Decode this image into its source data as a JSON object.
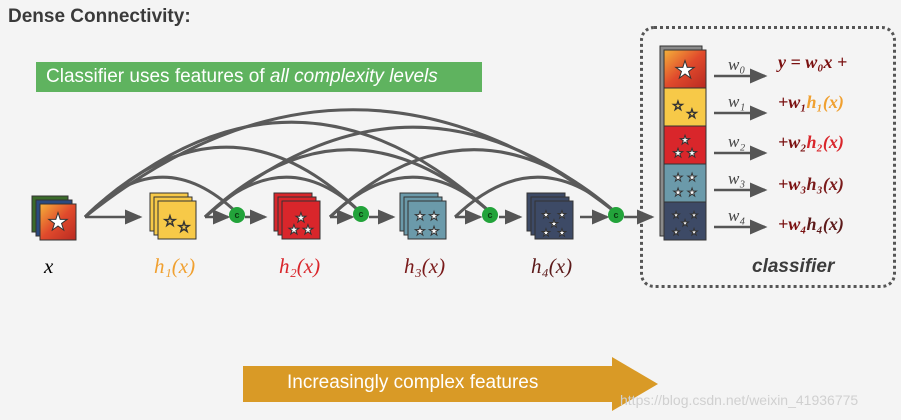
{
  "title": "Dense Connectivity:",
  "banner": {
    "prefix": "Classifier uses features of ",
    "emphasis": "all complexity levels"
  },
  "nodes": [
    {
      "label": "x",
      "color": "#555555"
    },
    {
      "label": "h₁(x)",
      "color": "#f0a030"
    },
    {
      "label": "h₂(x)",
      "color": "#d9262b"
    },
    {
      "label": "h₃(x)",
      "color": "#7a1a1a"
    },
    {
      "label": "h₄(x)",
      "color": "#5c1a1a"
    }
  ],
  "concat_symbol": "c",
  "classifier": {
    "label": "classifier",
    "weights": [
      "w₀",
      "w₁",
      "w₂",
      "w₃",
      "w₄"
    ],
    "eq0": "y = w₀x +",
    "terms": [
      {
        "prefix": "+w₁",
        "h": "h₁(x)"
      },
      {
        "prefix": "+w₂",
        "h": "h₂(x)"
      },
      {
        "prefix": "+w₃",
        "h": "h₃(x)"
      },
      {
        "prefix": "+w₄",
        "h": "h₄(x)"
      }
    ]
  },
  "bottom_arrow": "Increasingly complex features",
  "watermark": "https://blog.csdn.net/weixin_41936775",
  "colors": {
    "yellow": "#f7c948",
    "red": "#d9262b",
    "teal": "#5b8fa0",
    "navy": "#3d4a66",
    "green": "#22a33a",
    "orange": "#d99a26"
  }
}
